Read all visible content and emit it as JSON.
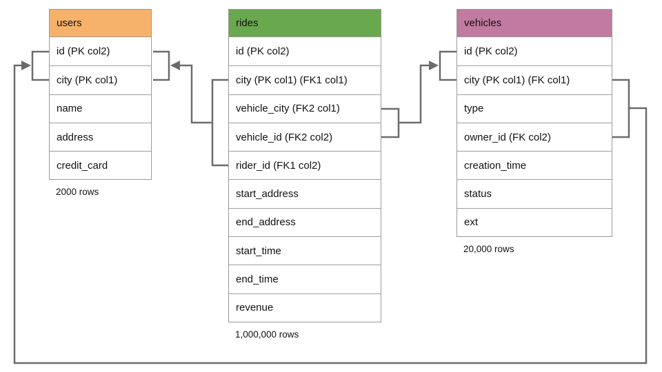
{
  "diagram": {
    "line_color": "#6b6b6b",
    "border_color": "#999999",
    "tables": {
      "users": {
        "title": "users",
        "header_color": "#F6B26B",
        "rows": [
          "id (PK col2)",
          "city (PK col1)",
          "name",
          "address",
          "credit_card"
        ],
        "row_count_label": "2000 rows"
      },
      "rides": {
        "title": "rides",
        "header_color": "#6AA84F",
        "rows": [
          "id (PK col2)",
          "city (PK col1) (FK1 col1)",
          "vehicle_city (FK2 col1)",
          "vehicle_id (FK2 col2)",
          "rider_id (FK1 col2)",
          "start_address",
          "end_address",
          "start_time",
          "end_time",
          "revenue"
        ],
        "row_count_label": "1,000,000 rows"
      },
      "vehicles": {
        "title": "vehicles",
        "header_color": "#C27BA0",
        "rows": [
          "id (PK col2)",
          "city (PK col1) (FK col1)",
          "type",
          "owner_id (FK col2)",
          "creation_time",
          "status",
          "ext"
        ],
        "row_count_label": "20,000 rows"
      }
    },
    "relationships": [
      {
        "name": "FK1",
        "from_table": "rides",
        "from_columns": [
          "city (FK1 col1)",
          "rider_id (FK1 col2)"
        ],
        "to_table": "users",
        "to_columns": [
          "id (PK col2)",
          "city (PK col1)"
        ]
      },
      {
        "name": "FK2",
        "from_table": "rides",
        "from_columns": [
          "vehicle_city (FK2 col1)",
          "vehicle_id (FK2 col2)"
        ],
        "to_table": "vehicles",
        "to_columns": [
          "id (PK col2)",
          "city (PK col1)"
        ]
      },
      {
        "name": "FK",
        "from_table": "vehicles",
        "from_columns": [
          "city (FK col1)",
          "owner_id (FK col2)"
        ],
        "to_table": "users",
        "to_columns": [
          "id (PK col2)",
          "city (PK col1)"
        ]
      }
    ]
  }
}
